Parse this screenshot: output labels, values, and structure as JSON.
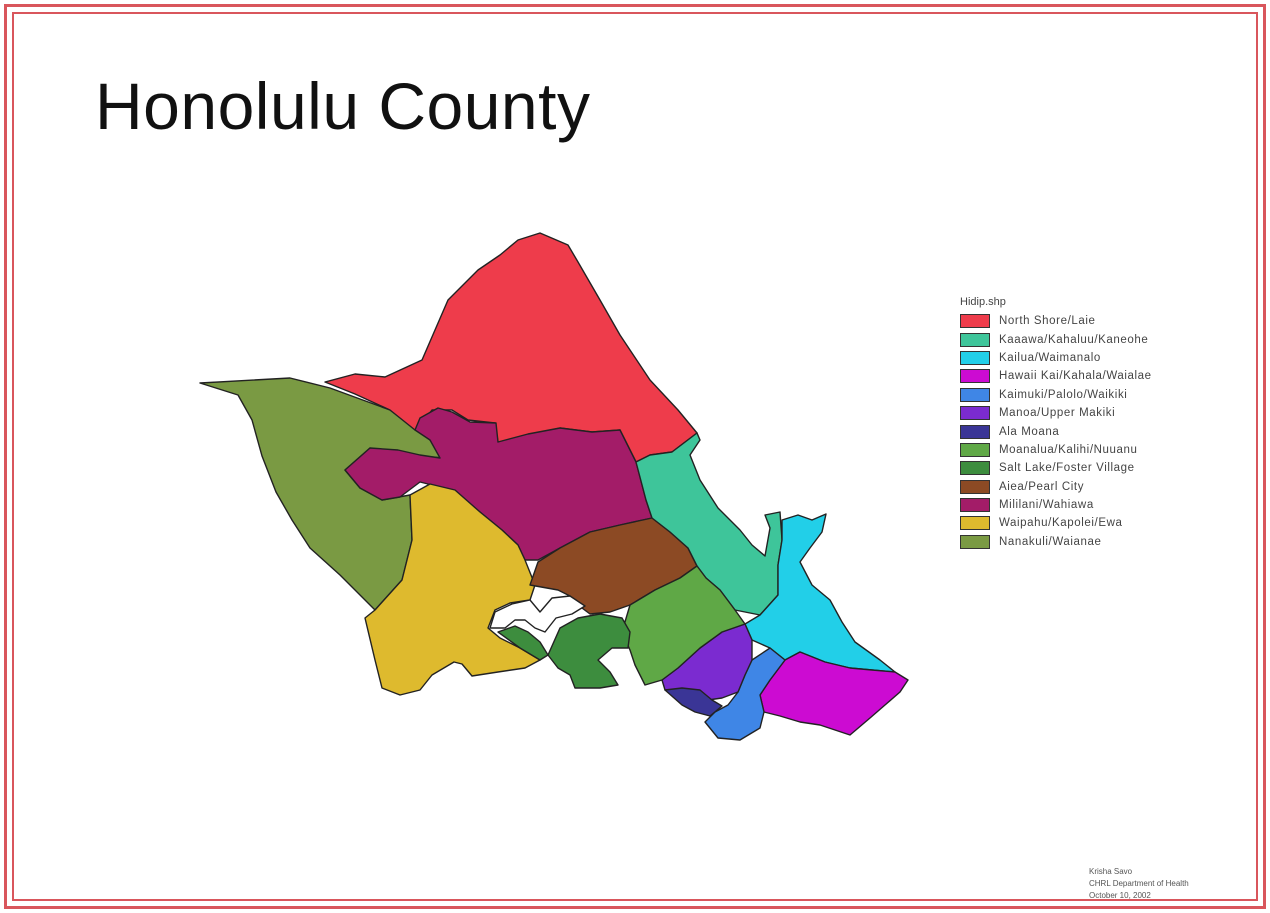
{
  "map": {
    "title": "Honolulu County",
    "legend": {
      "title": "Hidip.shp",
      "items": [
        {
          "label": "North Shore/Laie",
          "color": "#ee3c4b"
        },
        {
          "label": "Kaaawa/Kahaluu/Kaneohe",
          "color": "#3ec59a"
        },
        {
          "label": "Kailua/Waimanalo",
          "color": "#22cfe8"
        },
        {
          "label": "Hawaii Kai/Kahala/Waialae",
          "color": "#cc0bd2"
        },
        {
          "label": "Kaimuki/Palolo/Waikiki",
          "color": "#3f86e6"
        },
        {
          "label": "Manoa/Upper Makiki",
          "color": "#7b2bd0"
        },
        {
          "label": "Ala Moana",
          "color": "#3a3596"
        },
        {
          "label": "Moanalua/Kalihi/Nuuanu",
          "color": "#5fa846"
        },
        {
          "label": "Salt Lake/Foster Village",
          "color": "#3d8d3e"
        },
        {
          "label": "Aiea/Pearl City",
          "color": "#8c4a24"
        },
        {
          "label": "Mililani/Wahiawa",
          "color": "#a31c68"
        },
        {
          "label": "Waipahu/Kapolei/Ewa",
          "color": "#deba2e"
        },
        {
          "label": "Nanakuli/Waianae",
          "color": "#7a9a43"
        }
      ]
    },
    "credit": [
      "Krisha Savo",
      "CHRL Department of Health",
      "October 10, 2002"
    ]
  }
}
